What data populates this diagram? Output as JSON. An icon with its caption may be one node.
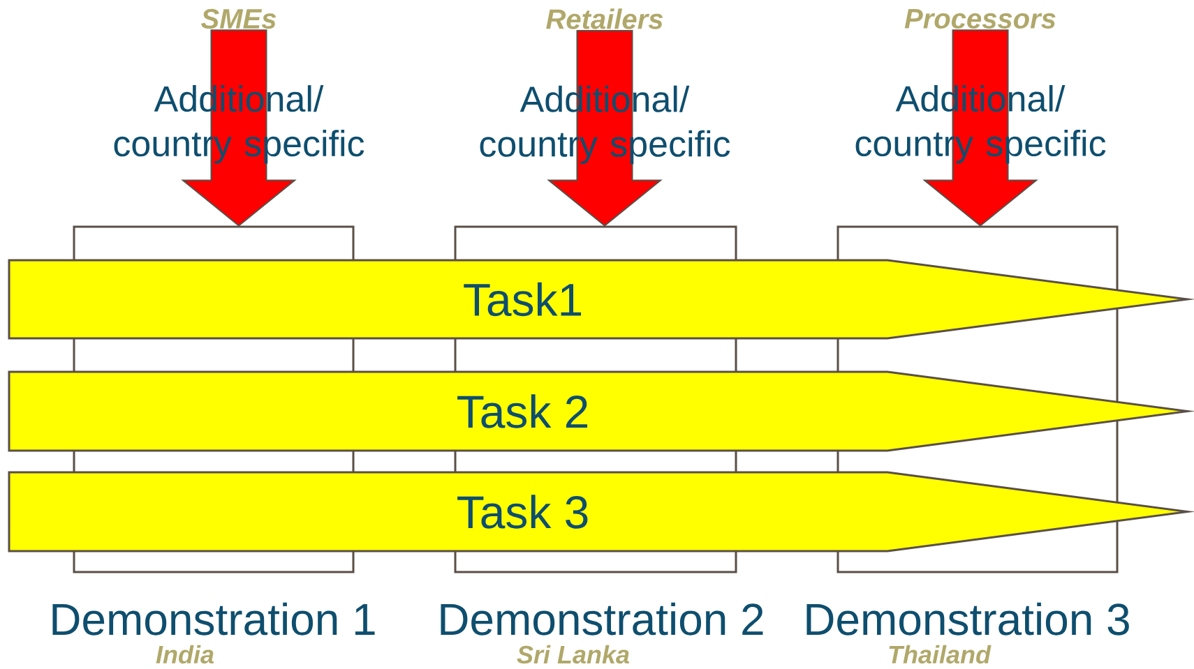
{
  "diagram": {
    "nodes": [
      {
        "text": [
          "SMEs"
        ]
      },
      {
        "text": [
          "Retailers"
        ]
      },
      {
        "text": [
          "Processors"
        ]
      },
      {
        "text": [
          "Demonstration 1"
        ],
        "beside": [
          "India"
        ]
      },
      {
        "text": [
          "Demonstration 2"
        ],
        "beside": [
          "Sri Lanka"
        ]
      },
      {
        "text": [
          "Demonstration 3"
        ],
        "beside": [
          "Thailand"
        ]
      },
      {
        "text": [
          "Task1"
        ]
      },
      {
        "text": [
          "Task 2"
        ]
      },
      {
        "text": [
          "Task 3"
        ]
      }
    ],
    "edges": [
      {
        "from": 0,
        "to": 3,
        "arrow": "to",
        "label": "Additional/ country specific",
        "style": "thick",
        "color": "#ff0000"
      },
      {
        "from": 1,
        "to": 4,
        "arrow": "to",
        "label": "Additional/ country specific",
        "style": "thick",
        "color": "#ff0000"
      },
      {
        "from": 2,
        "to": 5,
        "arrow": "to",
        "label": "Additional/ country specific",
        "style": "thick",
        "color": "#ff0000"
      }
    ]
  }
}
